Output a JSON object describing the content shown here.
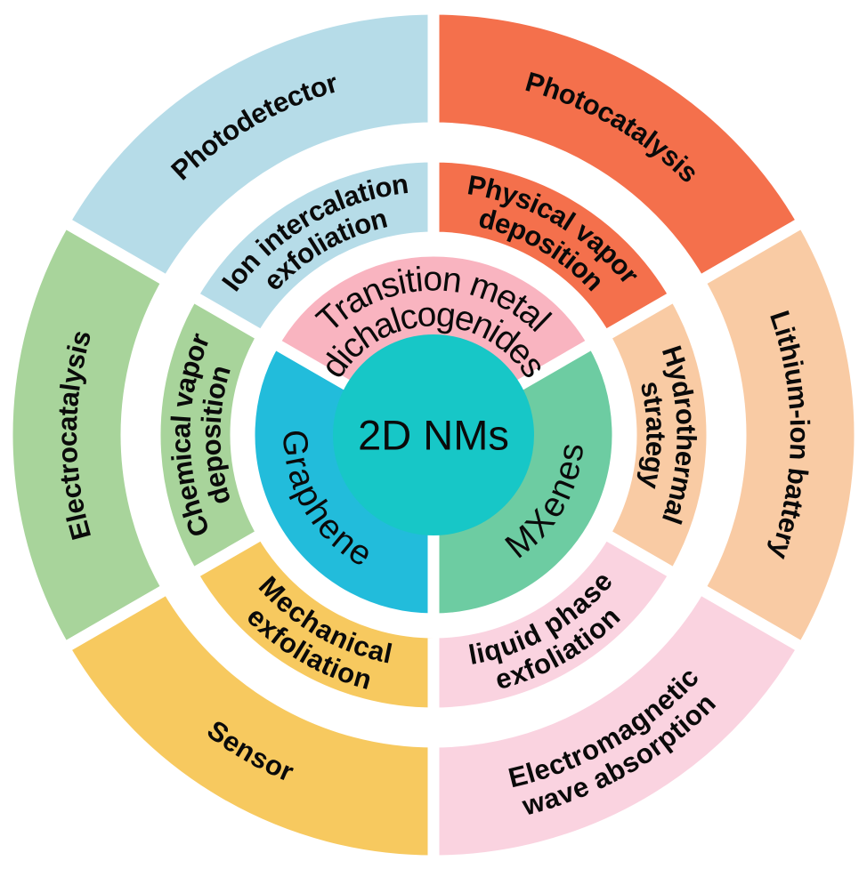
{
  "diagram": {
    "title_center": "2D NMs",
    "center_color": "#17C7C7",
    "background": "#FFFFFF",
    "rings": [
      {
        "name": "materials",
        "segments": [
          {
            "label": "Graphene",
            "color": "#22BCDB",
            "start": 180,
            "end": 300
          },
          {
            "label": "Transition metal\ndichalcogenides",
            "color": "#F9B4C0",
            "start": 300,
            "end": 60
          },
          {
            "label": "MXenes",
            "color": "#6DCCA2",
            "start": 60,
            "end": 180
          }
        ]
      },
      {
        "name": "synthesis-methods",
        "segments": [
          {
            "label": "Chemical vapor\ndeposition",
            "color": "#A8D49B",
            "start": 240,
            "end": 300
          },
          {
            "label": "Ion intercalation\nexfoliation",
            "color": "#B6DCE8",
            "start": 300,
            "end": 360
          },
          {
            "label": "Physical vapor\ndeposition",
            "color": "#F4704C",
            "start": 0,
            "end": 60
          },
          {
            "label": "Hydrothermal\nstrategy",
            "color": "#F9CBA4",
            "start": 60,
            "end": 120
          },
          {
            "label": "liquid phase\nexfoliation",
            "color": "#FAD3E0",
            "start": 120,
            "end": 180
          },
          {
            "label": "Mechanical\nexfoliation",
            "color": "#F7C95F",
            "start": 180,
            "end": 240
          }
        ]
      },
      {
        "name": "applications",
        "segments": [
          {
            "label": "Electrocatalysis",
            "color": "#A8D49B",
            "start": 240,
            "end": 300
          },
          {
            "label": "Photodetector",
            "color": "#B6DCE8",
            "start": 300,
            "end": 360
          },
          {
            "label": "Photocatalysis",
            "color": "#F4704C",
            "start": 0,
            "end": 60
          },
          {
            "label": "Lithium-ion battery",
            "color": "#F9CBA4",
            "start": 60,
            "end": 120
          },
          {
            "label": "Electromagnetic\nwave absorption",
            "color": "#FAD3E0",
            "start": 120,
            "end": 180
          },
          {
            "label": "Sensor",
            "color": "#F7C95F",
            "start": 180,
            "end": 240
          }
        ]
      }
    ]
  },
  "chart_data": {
    "type": "pie",
    "title": "2D NMs",
    "legend": "none",
    "levels": [
      {
        "level": 1,
        "name": "center",
        "categories": [
          "2D NMs"
        ],
        "values": [
          100
        ],
        "colors": [
          "#17C7C7"
        ]
      },
      {
        "level": 2,
        "name": "materials",
        "categories": [
          "Graphene",
          "Transition metal dichalcogenides",
          "MXenes"
        ],
        "values": [
          33.33,
          33.33,
          33.33
        ],
        "colors": [
          "#22BCDB",
          "#F9B4C0",
          "#6DCCA2"
        ]
      },
      {
        "level": 3,
        "name": "synthesis methods",
        "categories": [
          "Mechanical exfoliation",
          "Chemical vapor deposition",
          "Ion intercalation exfoliation",
          "Physical vapor deposition",
          "Hydrothermal strategy",
          "liquid phase exfoliation"
        ],
        "values": [
          16.67,
          16.67,
          16.67,
          16.67,
          16.67,
          16.67
        ],
        "colors": [
          "#F7C95F",
          "#A8D49B",
          "#B6DCE8",
          "#F4704C",
          "#F9CBA4",
          "#FAD3E0"
        ]
      },
      {
        "level": 4,
        "name": "applications",
        "categories": [
          "Sensor",
          "Electrocatalysis",
          "Photodetector",
          "Photocatalysis",
          "Lithium-ion battery",
          "Electromagnetic wave absorption"
        ],
        "values": [
          16.67,
          16.67,
          16.67,
          16.67,
          16.67,
          16.67
        ],
        "colors": [
          "#F7C95F",
          "#A8D49B",
          "#B6DCE8",
          "#F4704C",
          "#F9CBA4",
          "#FAD3E0"
        ]
      }
    ],
    "mapping": [
      {
        "material": "Graphene",
        "method": "Mechanical exfoliation",
        "application": "Sensor"
      },
      {
        "material": "Graphene",
        "method": "Chemical vapor deposition",
        "application": "Electrocatalysis"
      },
      {
        "material": "Transition metal dichalcogenides",
        "method": "Ion intercalation exfoliation",
        "application": "Photodetector"
      },
      {
        "material": "Transition metal dichalcogenides",
        "method": "Physical vapor deposition",
        "application": "Photocatalysis"
      },
      {
        "material": "MXenes",
        "method": "Hydrothermal strategy",
        "application": "Lithium-ion battery"
      },
      {
        "material": "MXenes",
        "method": "liquid phase exfoliation",
        "application": "Electromagnetic wave absorption"
      }
    ]
  }
}
